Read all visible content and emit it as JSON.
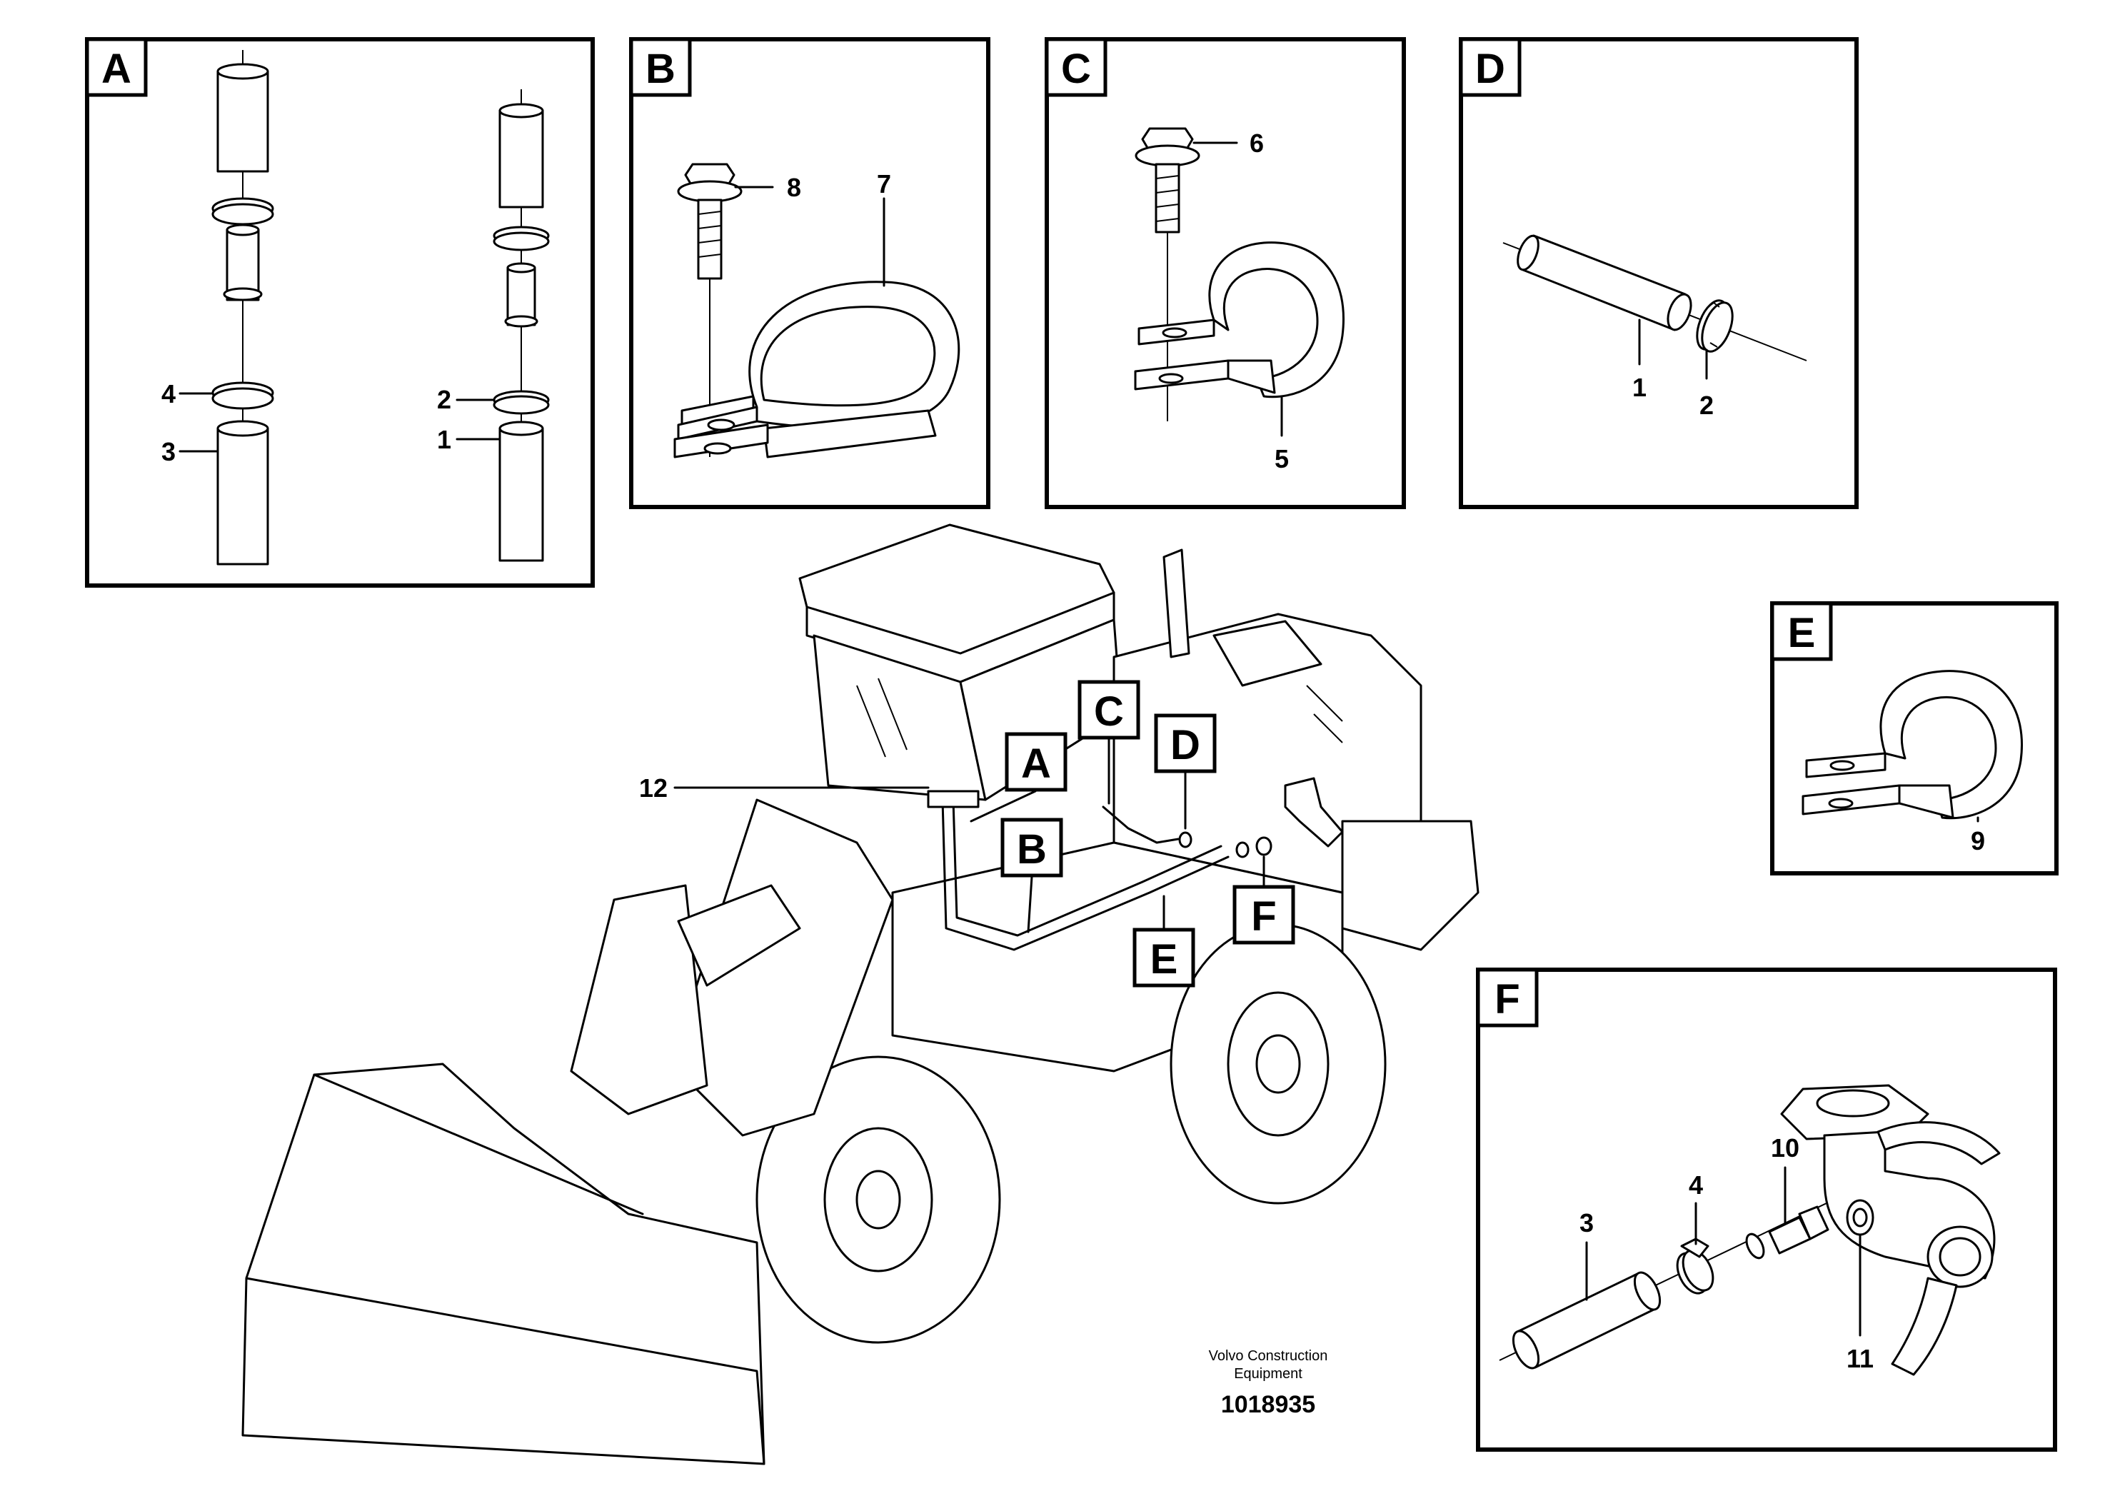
{
  "panels": {
    "A": {
      "label": "A",
      "callouts": [
        "4",
        "3",
        "2",
        "1"
      ]
    },
    "B": {
      "label": "B",
      "callouts": [
        "8",
        "7"
      ]
    },
    "C": {
      "label": "C",
      "callouts": [
        "6",
        "5"
      ]
    },
    "D": {
      "label": "D",
      "callouts": [
        "1",
        "2"
      ]
    },
    "E": {
      "label": "E",
      "callouts": [
        "9"
      ]
    },
    "F": {
      "label": "F",
      "callouts": [
        "4",
        "10",
        "3",
        "11"
      ]
    }
  },
  "main_view": {
    "tags": [
      "A",
      "B",
      "C",
      "D",
      "E",
      "F"
    ],
    "callout_12": "12"
  },
  "footer": {
    "brand_line1": "Volvo Construction",
    "brand_line2": "Equipment",
    "drawing_number": "1018935"
  }
}
